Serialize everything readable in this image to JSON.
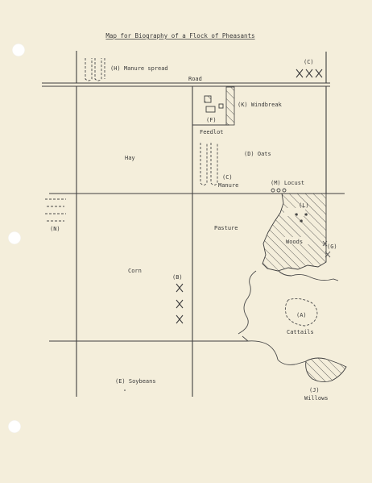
{
  "title": "Map for Biography of a Flock of Pheasants",
  "labels": {
    "manure_spread": "(H) Manure spread",
    "c_top": "(C)",
    "road": "Road",
    "windbreak": "(K) Windbreak",
    "f": "(F)",
    "feedlot": "Feedlot",
    "hay": "Hay",
    "oats": "(D) Oats",
    "c_mid": "(C)",
    "manure": "Manure",
    "locust": "(M) Locust",
    "l": "(L)",
    "n": "(N)",
    "pasture": "Pasture",
    "woods": "Woods",
    "g": "(G)",
    "corn": "Corn",
    "b": "(B)",
    "a": "(A)",
    "cattails": "Cattails",
    "soybeans": "(E) Soybeans",
    "j": "(J)",
    "willows": "Willows"
  },
  "colors": {
    "paper": "#f4eedb",
    "ink": "#3a3a3a"
  }
}
